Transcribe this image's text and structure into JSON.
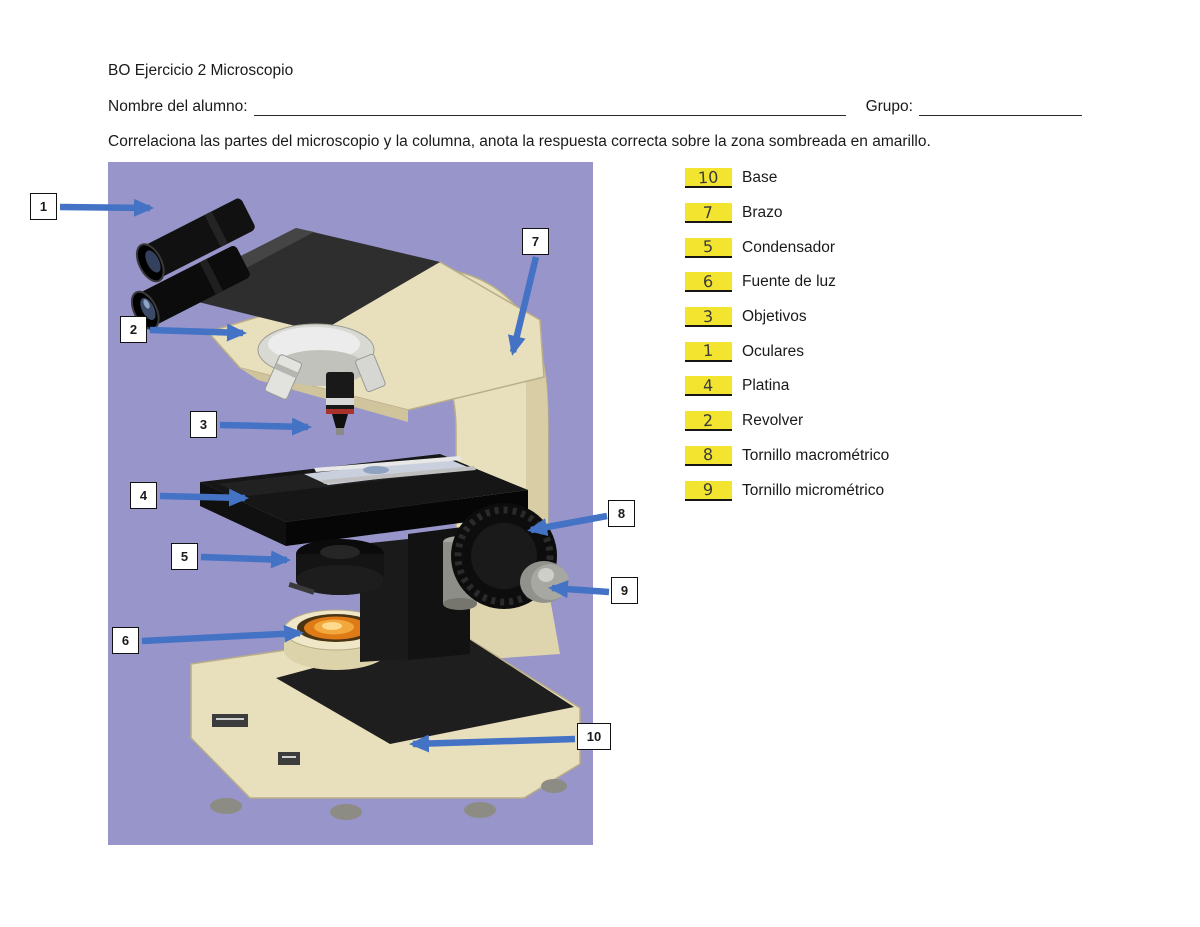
{
  "header": {
    "title": "BO Ejercicio 2 Microscopio",
    "name_label": "Nombre del alumno:",
    "group_label": "Grupo:",
    "instructions": "Correlaciona las partes del microscopio y la columna, anota la respuesta correcta sobre la zona sombreada en amarillo."
  },
  "figure": {
    "background_color": "#9795ca",
    "callouts": [
      "1",
      "2",
      "3",
      "4",
      "5",
      "6",
      "7",
      "8",
      "9",
      "10"
    ]
  },
  "answers": [
    {
      "answer": "10",
      "label": "Base"
    },
    {
      "answer": "7",
      "label": "Brazo"
    },
    {
      "answer": "5",
      "label": "Condensador"
    },
    {
      "answer": "6",
      "label": "Fuente de luz"
    },
    {
      "answer": "3",
      "label": "Objetivos"
    },
    {
      "answer": "1",
      "label": "Oculares"
    },
    {
      "answer": "4",
      "label": "Platina"
    },
    {
      "answer": "2",
      "label": "Revolver"
    },
    {
      "answer": "8",
      "label": "Tornillo macrométrico"
    },
    {
      "answer": "9",
      "label": "Tornillo micrométrico"
    }
  ],
  "colors": {
    "highlight_yellow": "#f3e42f",
    "arrow_blue": "#4472c4",
    "figure_purple": "#9795ca",
    "microscope_cream": "#e8dfbd"
  }
}
